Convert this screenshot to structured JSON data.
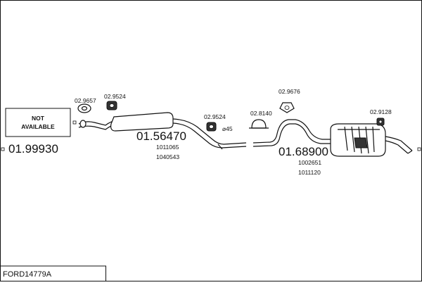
{
  "title": "FORD14779A",
  "not_available_box": {
    "line1": "NOT",
    "line2": "AVAILABLE"
  },
  "parts": {
    "front_pipe": {
      "number": "01.99930"
    },
    "middle_silencer": {
      "number": "01.56470",
      "oe_numbers": [
        "1011065",
        "1040543"
      ]
    },
    "rear_silencer": {
      "number": "01.68900",
      "oe_numbers": [
        "1002651",
        "1011120"
      ]
    }
  },
  "accessories": {
    "gasket_front": "02.9657",
    "hanger_front": "02.9524",
    "hanger_middle": "02.9524",
    "diameter_label": "⌀45",
    "clamp": "02.8140",
    "hanger_rear": "02.9676",
    "hanger_tail": "02.9128"
  }
}
